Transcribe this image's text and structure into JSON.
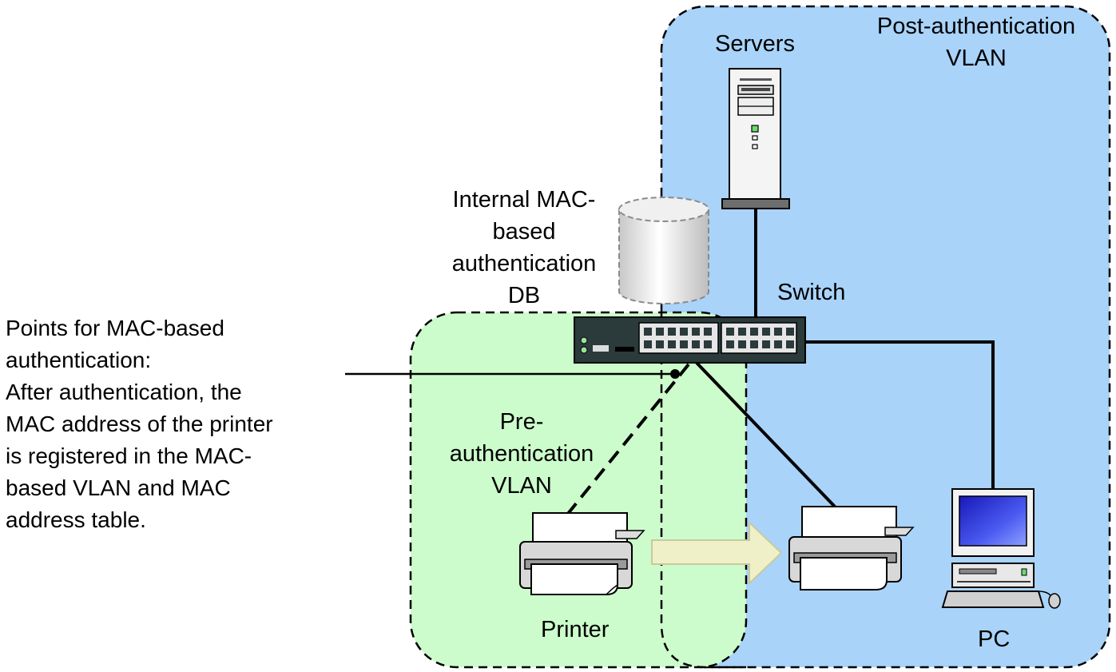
{
  "labels": {
    "servers": "Servers",
    "post_auth_vlan": [
      "Post-authentication",
      "VLAN"
    ],
    "internal_db": [
      "Internal MAC-",
      "based",
      "authentication",
      "DB"
    ],
    "switch": "Switch",
    "pre_auth_vlan": [
      "Pre-",
      "authentication",
      "VLAN"
    ],
    "printer": "Printer",
    "pc": "PC"
  },
  "note": {
    "lines": [
      "Points for MAC-based",
      "authentication:",
      "After authentication, the",
      "MAC address of the printer",
      "is registered in the MAC-",
      "based VLAN and MAC",
      "address table."
    ]
  },
  "colors": {
    "post_auth_zone": "#a9d3f9",
    "pre_auth_zone": "#ccfccc",
    "switch_body": "#2b3a3a",
    "arrow_fill": "#eff0c8",
    "monitor_screen": "#2a2ad0"
  },
  "icons": [
    "server-icon",
    "database-icon",
    "switch-icon",
    "printer-icon",
    "pc-icon",
    "arrow-icon"
  ]
}
